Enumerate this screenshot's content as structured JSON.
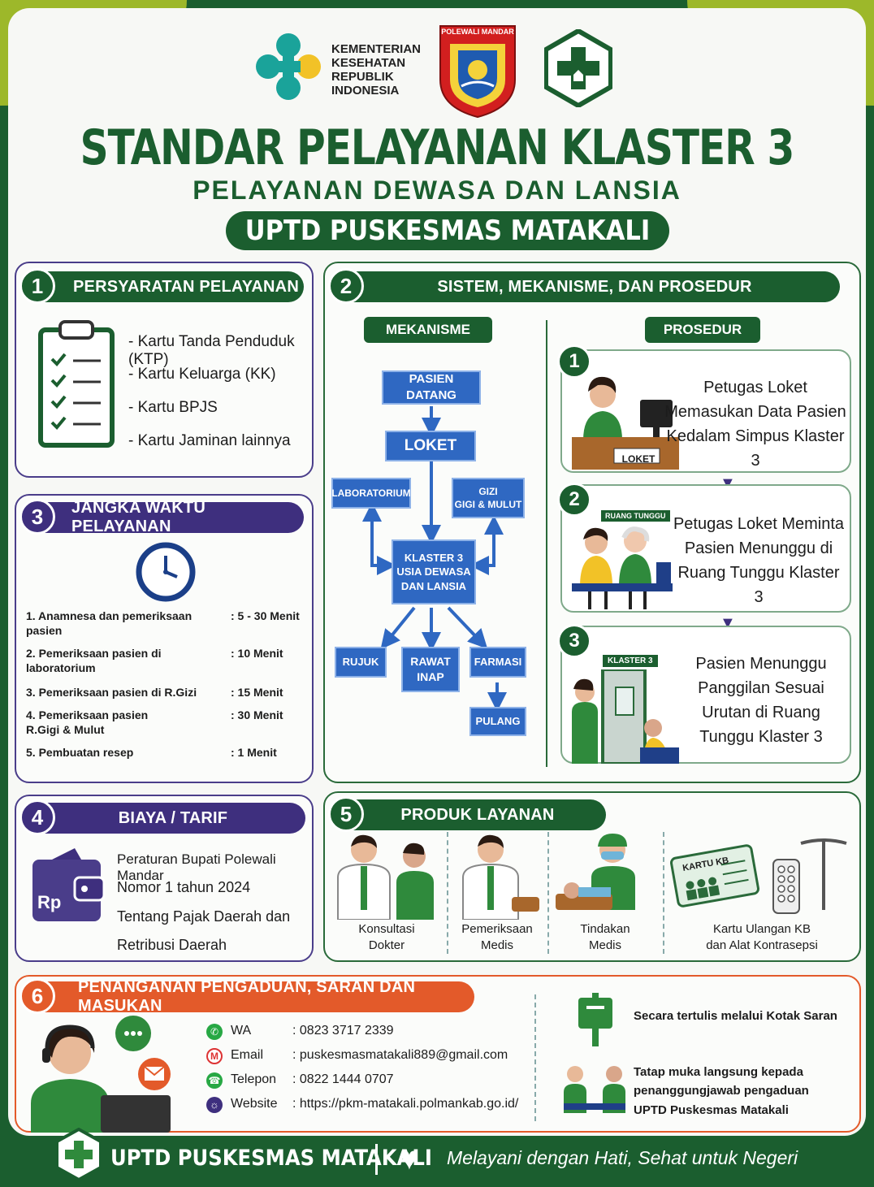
{
  "header": {
    "ministry_lines": [
      "KEMENTERIAN",
      "KESEHATAN",
      "REPUBLIK",
      "INDONESIA"
    ],
    "regency_label": "POLEWALI MANDAR",
    "title": "STANDAR PELAYANAN KLASTER 3",
    "subtitle": "PELAYANAN DEWASA DAN LANSIA",
    "org_banner": "UPTD PUSKESMAS MATAKALI"
  },
  "s1": {
    "num": "1",
    "title": "PERSYARATAN PELAYANAN",
    "items": [
      "- Kartu Tanda Penduduk (KTP)",
      "- Kartu Keluarga (KK)",
      "- Kartu BPJS",
      "- Kartu Jaminan lainnya"
    ]
  },
  "s2": {
    "num": "2",
    "title": "SISTEM, MEKANISME, DAN PROSEDUR",
    "mekanisme_label": "MEKANISME",
    "prosedur_label": "PROSEDUR",
    "flow": {
      "pasien_datang": "PASIEN DATANG",
      "loket": "LOKET",
      "laboratorium": "LABORATORIUM",
      "gizi": "GIZI\nGIGI & MULUT",
      "klaster": "KLASTER 3\nUSIA DEWASA\nDAN LANSIA",
      "rujuk": "RUJUK",
      "rawat_inap": "RAWAT\nINAP",
      "farmasi": "FARMASI",
      "pulang": "PULANG"
    },
    "steps": [
      {
        "num": "1",
        "tag": "LOKET",
        "text": "Petugas Loket Memasukan Data Pasien Kedalam Simpus Klaster 3"
      },
      {
        "num": "2",
        "tag": "RUANG TUNGGU",
        "text": "Petugas Loket Meminta Pasien Menunggu di Ruang Tunggu Klaster 3"
      },
      {
        "num": "3",
        "tag": "KLASTER 3",
        "text": "Pasien Menunggu Panggilan Sesuai Urutan di Ruang Tunggu Klaster 3"
      }
    ]
  },
  "s3": {
    "num": "3",
    "title": "JANGKA WAKTU PELAYANAN",
    "rows": [
      {
        "label": "1. Anamnesa dan pemeriksaan pasien",
        "value": ": 5 - 30 Menit"
      },
      {
        "label": "2. Pemeriksaan pasien di laboratorium",
        "value": ": 10 Menit"
      },
      {
        "label": "3. Pemeriksaan pasien di R.Gizi",
        "value": ": 15 Menit"
      },
      {
        "label": "4. Pemeriksaan pasien R.Gigi & Mulut",
        "value": ": 30 Menit"
      },
      {
        "label": "5. Pembuatan resep",
        "value": ": 1 Menit"
      }
    ]
  },
  "s4": {
    "num": "4",
    "title": "BIAYA / TARIF",
    "currency": "Rp",
    "lines": [
      "Peraturan Bupati Polewali Mandar",
      "Nomor 1 tahun 2024",
      "Tentang Pajak Daerah dan",
      "Retribusi Daerah"
    ]
  },
  "s5": {
    "num": "5",
    "title": "PRODUK LAYANAN",
    "card_label": "KARTU KB",
    "products": [
      "Konsultasi\nDokter",
      "Pemeriksaan\nMedis",
      "Tindakan\nMedis",
      "Kartu Ulangan KB\ndan Alat Kontrasepsi"
    ]
  },
  "s6": {
    "num": "6",
    "title": "PENANGANAN PENGADUAN, SARAN DAN MASUKAN",
    "contacts": [
      {
        "label": "WA",
        "value": ": 0823 3717 2339"
      },
      {
        "label": "Email",
        "value": ": puskesmasmatakali889@gmail.com"
      },
      {
        "label": "Telepon",
        "value": ": 0822 1444 0707"
      },
      {
        "label": "Website",
        "value": ": https://pkm-matakali.polmankab.go.id/"
      }
    ],
    "written": "Secara tertulis melalui Kotak Saran",
    "direct": "Tatap muka langsung kepada penanggungjawab pengaduan UPTD Puskesmas Matakali"
  },
  "footer": {
    "org": "UPTD PUSKESMAS MATAKALI",
    "tagline": "Melayani dengan Hati, Sehat untuk Negeri"
  },
  "colors": {
    "green": "#1b5e2f",
    "purple": "#3e2f7e",
    "orange": "#e35a2a",
    "flow_blue": "#2f68c2",
    "leaf": "#9db82a"
  }
}
